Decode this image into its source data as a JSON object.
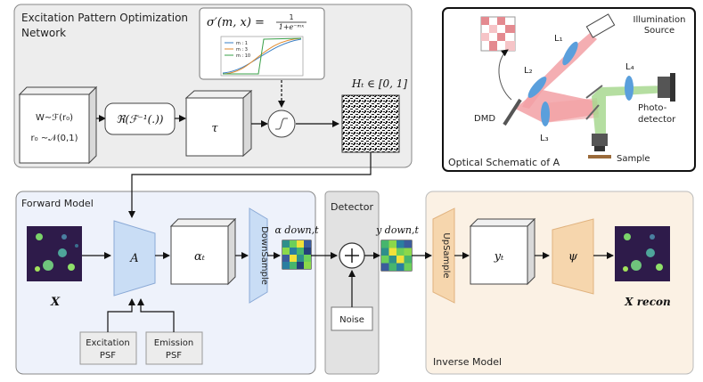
{
  "optimization_network": {
    "title_line1": "Excitation Pattern Optimization",
    "title_line2": "Network",
    "sigmoid_formula_lhs": "σ′(m, x) =",
    "sigmoid_formula_num": "1",
    "sigmoid_formula_den": "1+e⁻ᵐˣ",
    "sigmoid_legend": [
      "m : 1",
      "m : 3",
      "m : 10"
    ],
    "sigmoid_colors": [
      "#3a7fc4",
      "#e08a2c",
      "#3aa04a"
    ],
    "input_line1": "W~ℱ(r₀)",
    "input_line2": "r₀ ~𝒩(0,1)",
    "inverse_fft_label": "ℜ(ℱ⁻¹(.))",
    "tau_label": "τ",
    "pattern_label": "Hₜ ∈ [0, 1]"
  },
  "optical_schematic": {
    "illumination_label": "Illumination",
    "illumination_label2": "Source",
    "l1": "L₁",
    "l2": "L₂",
    "l3": "L₃",
    "l4": "L₄",
    "dmd": "DMD",
    "photodetector_line1": "Photo-",
    "photodetector_line2": "detector",
    "sample": "Sample",
    "caption": "Optical Schematic of A"
  },
  "forward_model": {
    "title": "Forward Model",
    "x_label": "X",
    "a_label": "A",
    "alpha_label": "αₜ",
    "downsample_label": "DownSample",
    "alpha_down_label": "α down,t",
    "excitation_psf_line1": "Excitation",
    "excitation_psf_line2": "PSF",
    "emission_psf_line1": "Emission",
    "emission_psf_line2": "PSF"
  },
  "detector": {
    "title": "Detector",
    "noise_label": "Noise",
    "y_down_label": "y down,t"
  },
  "inverse_model": {
    "title": "Inverse Model",
    "upsample_label": "UpSample",
    "y_label": "yₜ",
    "psi_label": "ψ",
    "x_recon_label": "X recon"
  }
}
